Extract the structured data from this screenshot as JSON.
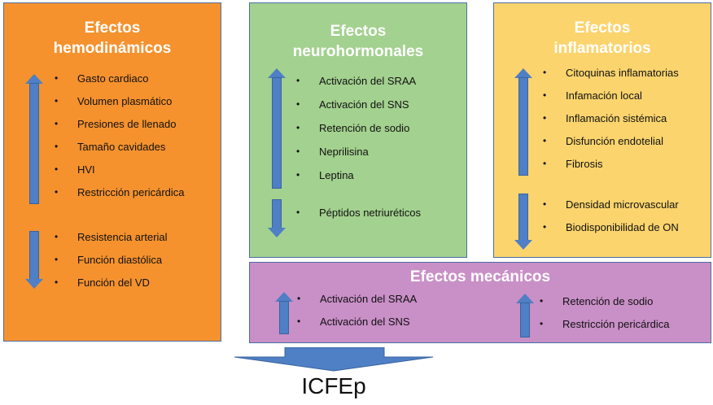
{
  "hemodinamicos": {
    "title_line1": "Efectos",
    "title_line2": "hemodinámicos",
    "up_items": [
      "Gasto cardiaco",
      "Volumen plasmático",
      "Presiones de llenado",
      "Tamaño cavidades",
      "HVI",
      "Restricción pericárdica"
    ],
    "down_items": [
      "Resistencia arterial",
      "Función diastólica",
      "Función del VD"
    ]
  },
  "neurohormonales": {
    "title_line1": "Efectos",
    "title_line2": "neurohormonales",
    "up_items": [
      "Activación del SRAA",
      "Activación del SNS",
      "Retención de sodio",
      "Neprilisina",
      "Leptina"
    ],
    "down_items": [
      "Péptidos netriuréticos"
    ]
  },
  "inflamatorios": {
    "title_line1": "Efectos",
    "title_line2": "inflamatorios",
    "up_items": [
      "Citoquinas inflamatorias",
      "Infamación local",
      "Inflamación sistémica",
      "Disfunción endotelial",
      "Fibrosis"
    ],
    "down_items": [
      "Densidad microvascular",
      "Biodisponibilidad de ON"
    ]
  },
  "mecanicos": {
    "title": "Efectos mecánicos",
    "left_items": [
      "Activación del SRAA",
      "Activación del SNS"
    ],
    "right_items": [
      "Retención de sodio",
      "Restricción pericárdica"
    ]
  },
  "resultado": {
    "label": "ICFEp"
  },
  "colors": {
    "hemo_bg": "#f5922e",
    "neuro_bg": "#a3d18f",
    "inflam_bg": "#fbd46d",
    "mech_bg": "#c98fc7",
    "arrow": "#4f7fc4"
  }
}
